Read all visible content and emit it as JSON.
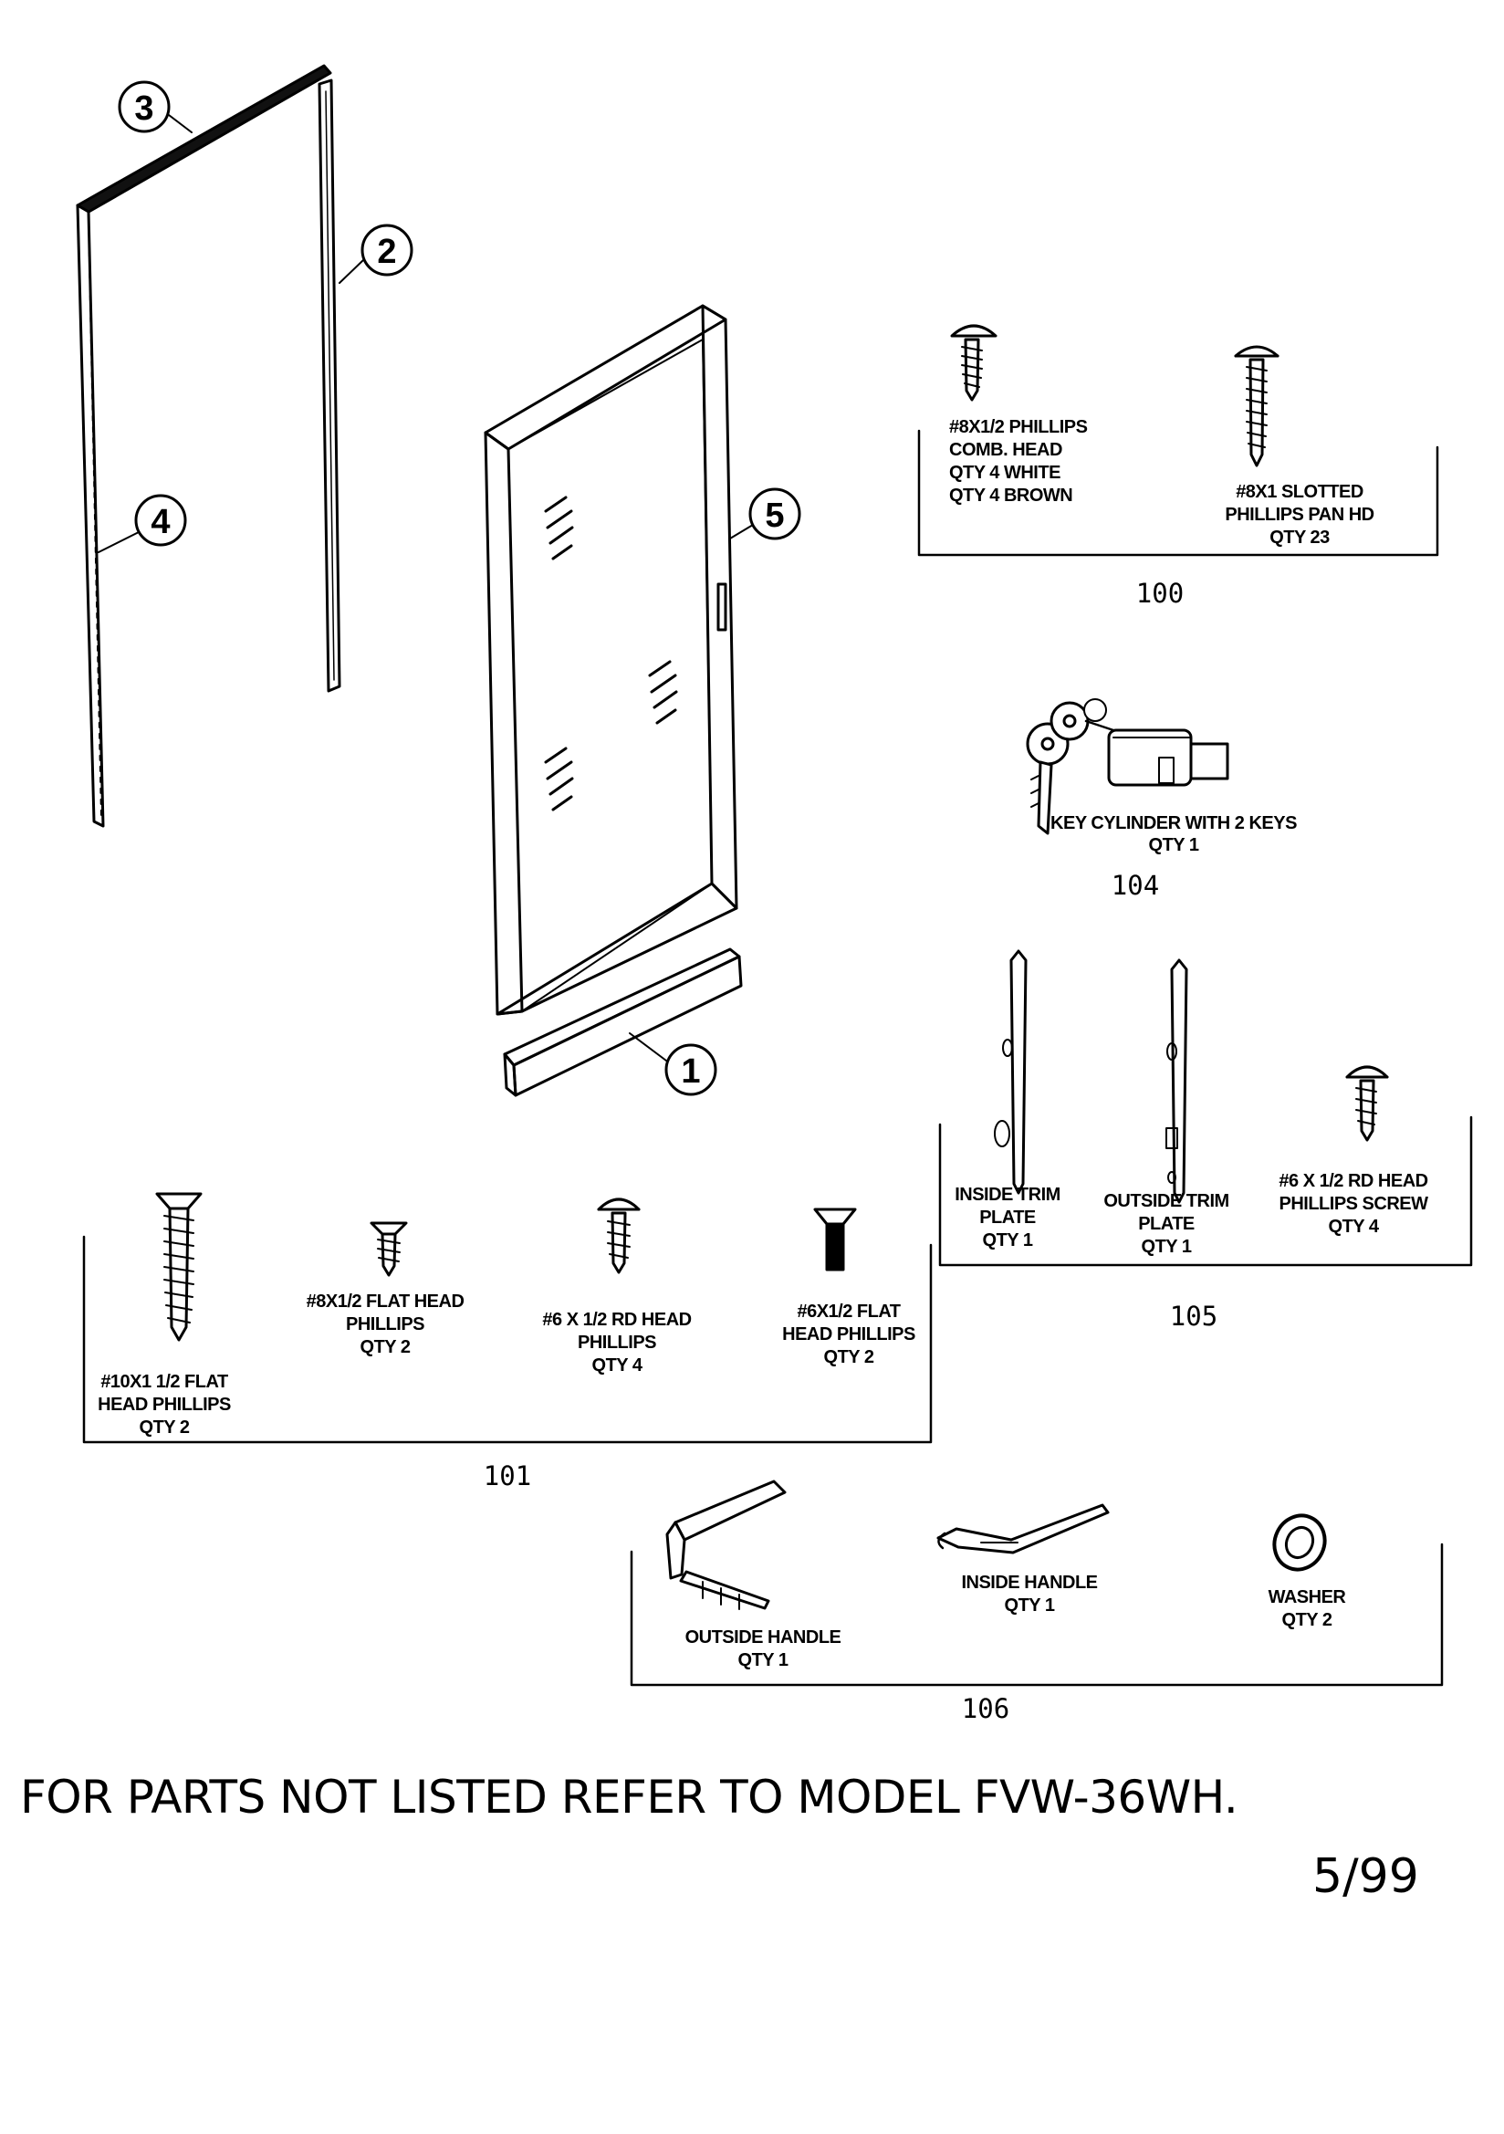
{
  "callouts": [
    "1",
    "2",
    "3",
    "4",
    "5"
  ],
  "groups": [
    {
      "id": "100",
      "items": [
        {
          "lines": [
            "#8X1/2 PHILLIPS",
            "COMB. HEAD",
            "QTY 4 WHITE",
            "QTY 4 BROWN"
          ]
        },
        {
          "lines": [
            "#8X1 SLOTTED",
            "PHILLIPS PAN HD",
            "QTY 23"
          ]
        }
      ]
    },
    {
      "id": "104",
      "items": [
        {
          "lines": [
            "KEY CYLINDER WITH 2 KEYS",
            "QTY 1"
          ]
        }
      ]
    },
    {
      "id": "105",
      "items": [
        {
          "lines": [
            "INSIDE TRIM",
            "PLATE",
            "QTY 1"
          ]
        },
        {
          "lines": [
            "OUTSIDE TRIM",
            "PLATE",
            "QTY 1"
          ]
        },
        {
          "lines": [
            "#6 X 1/2 RD HEAD",
            "PHILLIPS SCREW",
            "QTY 4"
          ]
        }
      ]
    },
    {
      "id": "101",
      "items": [
        {
          "lines": [
            "#10X1 1/2 FLAT",
            "HEAD PHILLIPS",
            "QTY 2"
          ]
        },
        {
          "lines": [
            "#8X1/2 FLAT HEAD",
            "PHILLIPS",
            "QTY 2"
          ]
        },
        {
          "lines": [
            "#6 X 1/2 RD HEAD",
            "PHILLIPS",
            "QTY 4"
          ]
        },
        {
          "lines": [
            "#6X1/2 FLAT",
            "HEAD PHILLIPS",
            "QTY 2"
          ]
        }
      ]
    },
    {
      "id": "106",
      "items": [
        {
          "lines": [
            "OUTSIDE HANDLE",
            "QTY 1"
          ]
        },
        {
          "lines": [
            "INSIDE HANDLE",
            "QTY 1"
          ]
        },
        {
          "lines": [
            "WASHER",
            "QTY 2"
          ]
        }
      ]
    }
  ],
  "footer": {
    "note": "FOR PARTS NOT LISTED REFER TO MODEL FVW-36WH.",
    "date": "5/99"
  }
}
